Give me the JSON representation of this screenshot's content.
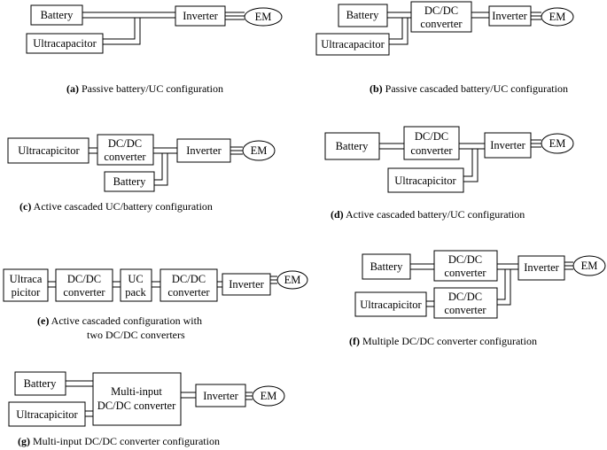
{
  "diagrams": {
    "a": {
      "caption_letter": "(a)",
      "caption": "Passive  battery/UC configuration",
      "battery": "Battery",
      "uc": "Ultracapacitor",
      "inverter": "Inverter",
      "em": "EM"
    },
    "b": {
      "caption_letter": "(b)",
      "caption": "Passive cascaded battery/UC configuration",
      "battery": "Battery",
      "conv_l1": "DC/DC",
      "conv_l2": "converter",
      "uc": "Ultracapacitor",
      "inverter": "Inverter",
      "em": "EM"
    },
    "c": {
      "caption_letter": "(c)",
      "caption": "Active cascaded UC/battery configuration",
      "uc": "Ultracapicitor",
      "conv_l1": "DC/DC",
      "conv_l2": "converter",
      "battery": "Battery",
      "inverter": "Inverter",
      "em": "EM"
    },
    "d": {
      "caption_letter": "(d)",
      "caption": "Active cascaded battery/UC configuration",
      "battery": "Battery",
      "conv_l1": "DC/DC",
      "conv_l2": "converter",
      "uc": "Ultracapicitor",
      "inverter": "Inverter",
      "em": "EM"
    },
    "e": {
      "caption_letter": "(e)",
      "caption_l1": "Active cascaded configuration with",
      "caption_l2": "two DC/DC converters",
      "uc_l1": "Ultraca",
      "uc_l2": "picitor",
      "conv1_l1": "DC/DC",
      "conv1_l2": "converter",
      "pack_l1": "UC",
      "pack_l2": "pack",
      "conv2_l1": "DC/DC",
      "conv2_l2": "converter",
      "inverter": "Inverter",
      "em": "EM"
    },
    "f": {
      "caption_letter": "(f)",
      "caption": "Multiple DC/DC converter configuration",
      "battery": "Battery",
      "conv1_l1": "DC/DC",
      "conv1_l2": "converter",
      "uc": "Ultracapicitor",
      "conv2_l1": "DC/DC",
      "conv2_l2": "converter",
      "inverter": "Inverter",
      "em": "EM"
    },
    "g": {
      "caption_letter": "(g)",
      "caption": "Multi-input DC/DC converter configuration",
      "battery": "Battery",
      "uc": "Ultracapicitor",
      "conv_l1": "Multi-input",
      "conv_l2": "DC/DC converter",
      "inverter": "Inverter",
      "em": "EM"
    }
  }
}
